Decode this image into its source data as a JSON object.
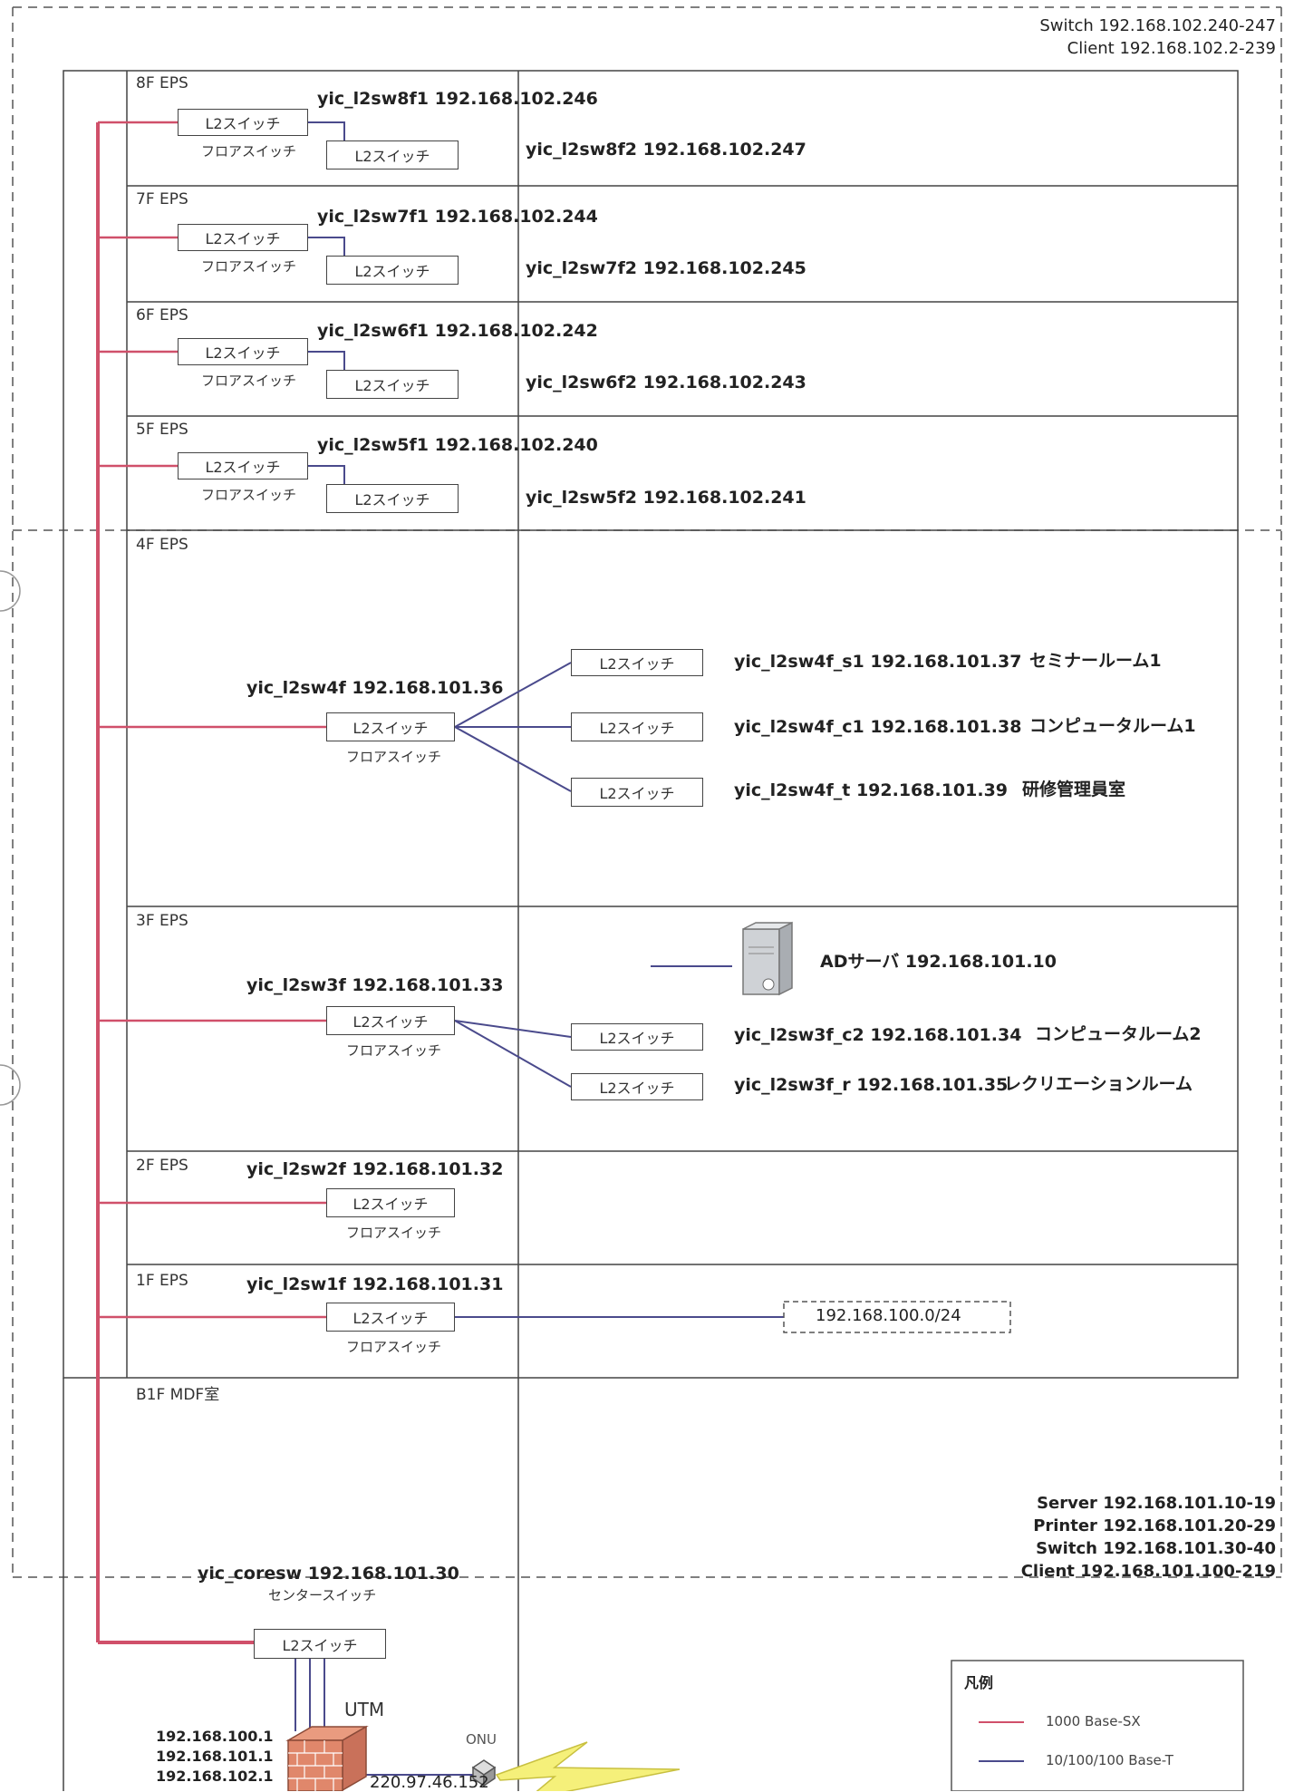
{
  "colors": {
    "fiber": "#d0506a",
    "copper": "#4a4a8c",
    "frame": "#555555"
  },
  "top_ranges": [
    "Switch 192.168.102.240-247",
    "Client  192.168.102.2-239"
  ],
  "bottom_ranges": [
    "Server 192.168.101.10-19",
    "Printer 192.168.101.20-29",
    "Switch 192.168.101.30-40",
    "Client 192.168.101.100-219"
  ],
  "box_label": "L2スイッチ",
  "floor_switch_label": "フロアスイッチ",
  "center_switch_label": "センタースイッチ",
  "floors": {
    "f8": {
      "label": "8F EPS",
      "sw1": "yic_l2sw8f1 192.168.102.246",
      "sw2": "yic_l2sw8f2 192.168.102.247"
    },
    "f7": {
      "label": "7F EPS",
      "sw1": "yic_l2sw7f1 192.168.102.244",
      "sw2": "yic_l2sw7f2 192.168.102.245"
    },
    "f6": {
      "label": "6F EPS",
      "sw1": "yic_l2sw6f1 192.168.102.242",
      "sw2": "yic_l2sw6f2 192.168.102.243"
    },
    "f5": {
      "label": "5F EPS",
      "sw1": "yic_l2sw5f1 192.168.102.240",
      "sw2": "yic_l2sw5f2 192.168.102.241"
    },
    "f4": {
      "label": "4F EPS",
      "sw": "yic_l2sw4f 192.168.101.36",
      "subs": [
        {
          "name": "yic_l2sw4f_s1 192.168.101.37",
          "room": "セミナールーム1"
        },
        {
          "name": "yic_l2sw4f_c1 192.168.101.38",
          "room": "コンピュータルーム1"
        },
        {
          "name": "yic_l2sw4f_t 192.168.101.39",
          "room": "研修管理員室"
        }
      ]
    },
    "f3": {
      "label": "3F EPS",
      "sw": "yic_l2sw3f 192.168.101.33",
      "server": "ADサーバ 192.168.101.10",
      "subs": [
        {
          "name": "yic_l2sw3f_c2 192.168.101.34",
          "room": "コンピュータルーム2"
        },
        {
          "name": "yic_l2sw3f_r 192.168.101.35",
          "room": "レクリエーションルーム"
        }
      ]
    },
    "f2": {
      "label": "2F EPS",
      "sw": "yic_l2sw2f 192.168.101.32"
    },
    "f1": {
      "label": "1F EPS",
      "sw": "yic_l2sw1f 192.168.101.31",
      "network": "192.168.100.0/24"
    }
  },
  "b1f": {
    "label": "B1F MDF室",
    "core": "yic_coresw 192.168.101.30"
  },
  "utm": {
    "label": "UTM",
    "ips": [
      "192.168.100.1",
      "192.168.101.1",
      "192.168.102.1"
    ],
    "wan_ip": "220.97.46.152"
  },
  "onu_label": "ONU",
  "legend": {
    "title": "凡例",
    "items": [
      {
        "label": "1000 Base-SX"
      },
      {
        "label": "10/100/100 Base-T"
      }
    ]
  }
}
